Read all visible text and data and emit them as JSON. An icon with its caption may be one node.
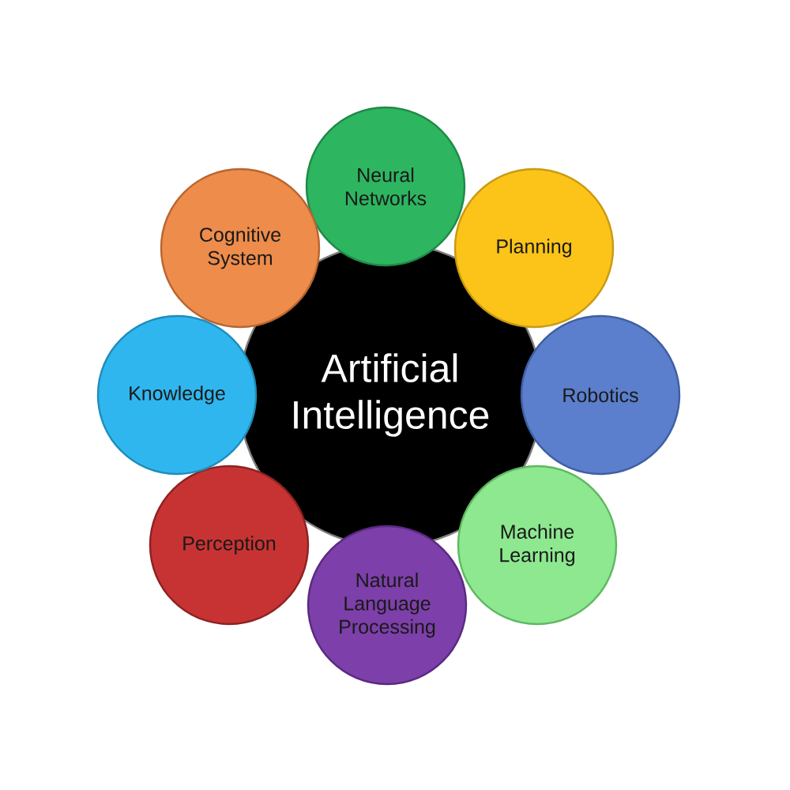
{
  "diagram": {
    "nodes": [
      {
        "text": [
          "Artificial Intelligence"
        ]
      },
      {
        "text": [
          "Neural Networks"
        ]
      },
      {
        "text": [
          "Planning"
        ]
      },
      {
        "text": [
          "Robotics"
        ]
      },
      {
        "text": [
          "Machine Learning"
        ]
      },
      {
        "text": [
          "Natural Language Processing"
        ]
      },
      {
        "text": [
          "Perception"
        ]
      },
      {
        "text": [
          "Knowledge"
        ]
      },
      {
        "text": [
          "Cognitive System"
        ]
      }
    ]
  }
}
